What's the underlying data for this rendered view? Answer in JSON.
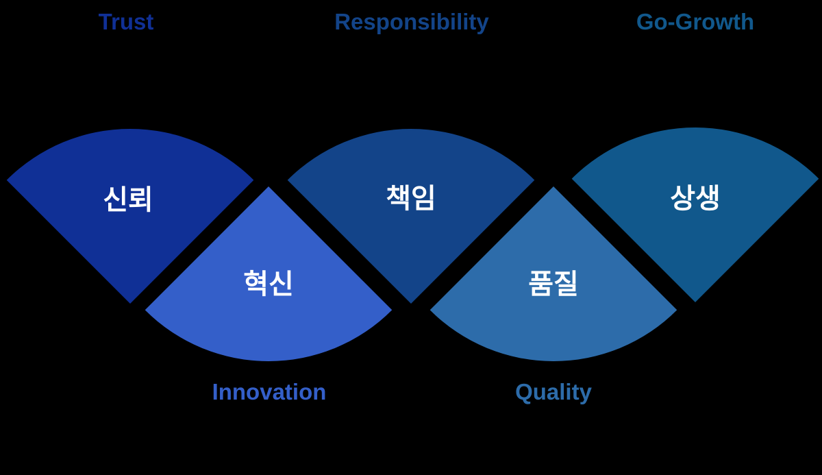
{
  "background_color": "#000000",
  "korean_text_color": "#ffffff",
  "fans": [
    {
      "id": "trust",
      "korean": "신뢰",
      "english": "Trust",
      "color": "#103096",
      "orientation": "up",
      "english_label_position": "top"
    },
    {
      "id": "innovation",
      "korean": "혁신",
      "english": "Innovation",
      "color": "#345FC9",
      "orientation": "down",
      "english_label_position": "bottom"
    },
    {
      "id": "responsibility",
      "korean": "책임",
      "english": "Responsibility",
      "color": "#134489",
      "orientation": "up",
      "english_label_position": "top"
    },
    {
      "id": "quality",
      "korean": "품질",
      "english": "Quality",
      "color": "#2D6CAA",
      "orientation": "down",
      "english_label_position": "bottom"
    },
    {
      "id": "go-growth",
      "korean": "상생",
      "english": "Go-Growth",
      "color": "#11588C",
      "orientation": "up",
      "english_label_position": "top"
    }
  ]
}
